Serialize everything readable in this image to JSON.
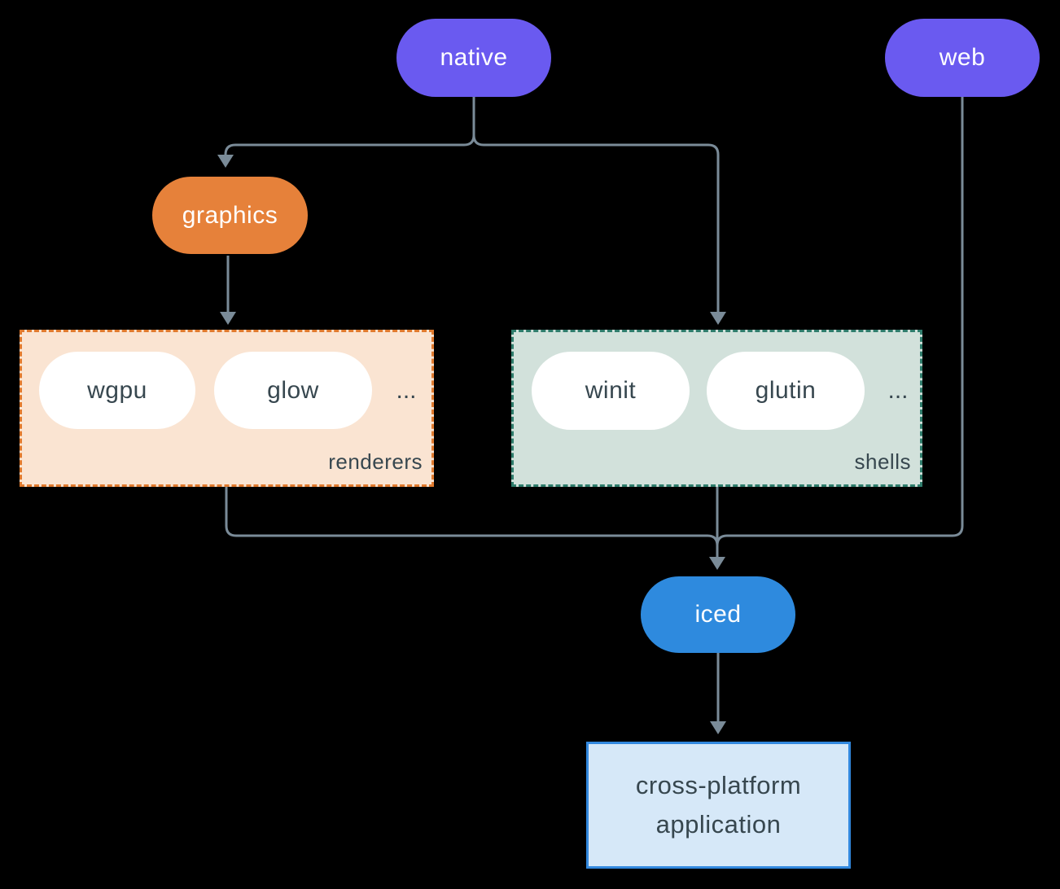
{
  "diagram": {
    "nodes": {
      "native": "native",
      "web": "web",
      "graphics": "graphics",
      "iced": "iced"
    },
    "groups": {
      "renderers": {
        "label": "renderers",
        "items": [
          "wgpu",
          "glow"
        ],
        "ellipsis": "..."
      },
      "shells": {
        "label": "shells",
        "items": [
          "winit",
          "glutin"
        ],
        "ellipsis": "..."
      }
    },
    "application": {
      "line1": "cross-platform",
      "line2": "application"
    },
    "colors": {
      "background": "#000000",
      "purple_node": "#6A5AF0",
      "orange_node": "#E6813A",
      "blue_node": "#2E8ADE",
      "connector": "#7A8B98",
      "dark_text": "#37474F",
      "white_text": "#FFFFFF",
      "renderers_fill": "#FAE4D2",
      "renderers_border": "#E07A2E",
      "shells_fill": "#D2E1DB",
      "shells_border": "#2F7D6C",
      "application_fill": "#D6E8F8",
      "application_border": "#3288DE"
    }
  }
}
